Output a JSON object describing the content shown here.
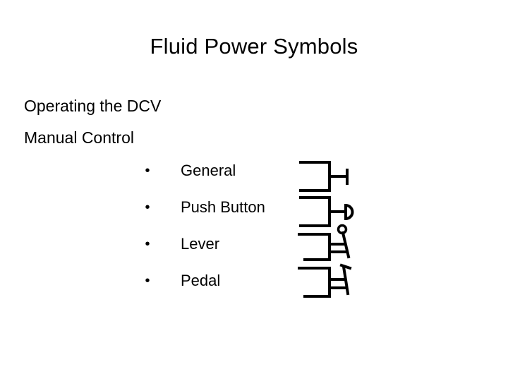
{
  "slide": {
    "title": "Fluid Power Symbols",
    "background_color": "#ffffff",
    "ink_color": "#000000"
  },
  "body": {
    "heading_line_1": "Operating the DCV",
    "heading_line_2": "Manual Control"
  },
  "bullets": [
    {
      "marker": "•",
      "label": "General",
      "symbol": "general-actuator-symbol"
    },
    {
      "marker": "•",
      "label": "Push Button",
      "symbol": "push-button-actuator-symbol"
    },
    {
      "marker": "•",
      "label": "Lever",
      "symbol": "lever-actuator-symbol"
    },
    {
      "marker": "•",
      "label": "Pedal",
      "symbol": "pedal-actuator-symbol"
    }
  ]
}
